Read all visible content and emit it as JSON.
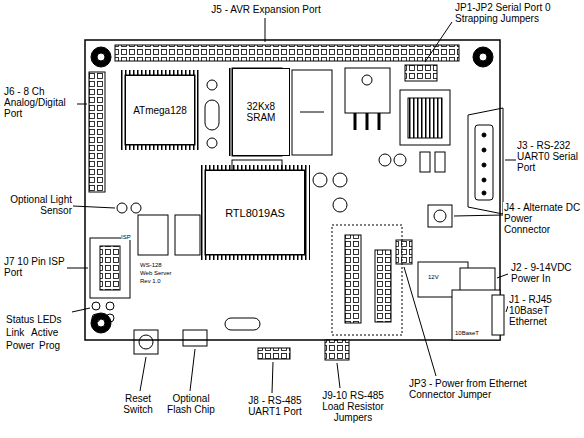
{
  "diagram": {
    "nodes": [
      {
        "text": [
          "ATmega128"
        ]
      },
      {
        "text": [
          "32Kx8 SRAM"
        ]
      },
      {
        "text": [
          "RTL8019AS"
        ]
      }
    ],
    "labels": [
      "J5 - AVR Expansion Port",
      "JP1-JP2 Serial Port 0 Strapping Jumpers",
      "J6 - 8 Ch Analog/Digital Port",
      "Optional Light Sensor",
      "J7 10 Pin ISP Port",
      "Status LEDs",
      "Link",
      "Active",
      "Power",
      "Prog",
      "Reset Switch",
      "Optional Flash Chip",
      "J8 - RS-485 UART1 Port",
      "J9-10 RS-485 Load Resistor Jumpers",
      "JP3 - Power from Ethernet Connector Jumper",
      "J3 - RS-232 UART0 Serial Port",
      "J4 - Alternate DC Power Connector",
      "J2 - 9-14VDC Power In",
      "J1 - RJ45 10BaseT Ethernet",
      "12V",
      "ISP",
      "WS-128",
      "Web Server",
      "Rev 1.0",
      "10BaseT"
    ]
  }
}
